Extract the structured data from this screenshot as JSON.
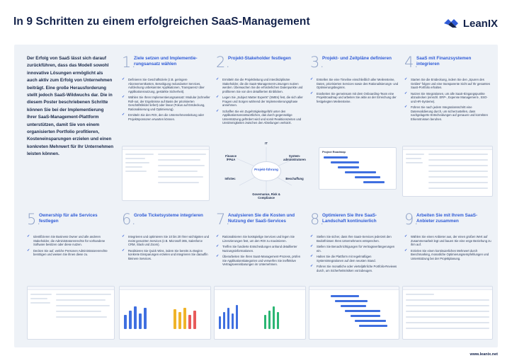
{
  "header": {
    "title": "In 9 Schritten zu einem erfolgreichen SaaS-Management",
    "logo_text": "LeanIX"
  },
  "intro": "Der Erfolg von SaaS lässt sich darauf zurückführen, dass das Modell sowohl innovative Lösungen ermöglicht als auch aktiv zum Erfolg von Unternehmen beiträgt. Eine große Herausforderung stellt jedoch SaaS-Wildwuchs dar. Die in diesem Poster beschriebenen Schritte können Sie bei der Implementierung Ihrer SaaS-Management-Plattform unterstützen, damit Sie von einem organisierten Portfolio profitieren, Kosteneinsparungen erzielen und einen konkreten Mehrwert für Ihr Unternehmen leisten können.",
  "steps": [
    {
      "num": "1.",
      "title": "Ziele setzen und Implementie- rungsansatz wählen",
      "bullets": [
        "Definieren Sie Geschäftsziele (z.B. geringere Abonnementkosten, Beseitigung redundanter Services, Aufdeckung unbekannter Applikationen, Transparenz über Applikationsnutzung, gestärkte Sicherheit).",
        "Wählen Sie Ihren Implementierungsansatz: Modular (schneller Roll-out, der Ergebnisse auf Basis der priorisierten Geschäftsfelder liefert) oder linear (Fokus auf Entdeckung, Rationalisierung und Optimierung).",
        "Ermitteln Sie den ROI, den die Unternehmensleitung oder Projektsponsoren erwarten können."
      ]
    },
    {
      "num": "2.",
      "title": "Projekt-Stakeholder festlegen",
      "bullets": [
        "Ermitteln Sie die Projektleitung und interdisziplinäre Stakeholder, die die SaaS-Management-Lösungen nutzen werden. Überwachen Sie die erforderlichen Datenpunkte und profitieren Sie von den detaillierten Einblicken.",
        "Legen Sie „Subject Matter Experts“ (SMEs) fest, die sich aller Fragen und Sorgen während der Implementierungsphase annehmen.",
        "Schaffen Sie ein Zugehörigkeitsgefühl unter den Applikationsverantwortlichen, das durch gegenseitige Unterstützung gefördert wird und somit Reaktionszeiten und Unstimmigkeiten zwischen den Abteilungen verkürzt."
      ]
    },
    {
      "num": "3.",
      "title": "Projekt- und Zeitpläne definieren",
      "bullets": [
        "Erstellen Sie eine Timeline einschließlich aller Meilensteine, Daten, priorisierten Services sowie des Rationalisierungs- und Optimierungsbeginns.",
        "Erarbeiten Sie gemeinsam mit dem Onboarding-Team eine Projektroadmap und arbeiten Sie aktiv an der Erreichung der festgelegten Meilensteine."
      ]
    },
    {
      "num": "4.",
      "title": "SaaS mit Finanzsystemen integrieren",
      "bullets": [
        "Starten Sie die Entdeckung, indem Sie den „Spuren des Geldes“ folgen und eine transparente Sicht auf Ihr gesamtes SaaS-Portfolio erhalten.",
        "Nutzen Sie Integrationen, um alle SaaS-Eingangspunkte abzudecken (einschl. ERP-, Expense Management-, SSO- und HR-Systeme).",
        "Führen Sie nach jedem Integrationsschritt eine Datenvalidierung durch, um sicherzustellen, dass nachgelagerte Entscheidungen auf genauen und korrekten Erkenntnissen beruhen."
      ]
    },
    {
      "num": "5.",
      "title": "Ownership für alle Services festlegen",
      "bullets": [
        "Identifizieren Sie Business Owner und alle anderen Stakeholder, die Administratorenrechte für vorhandene Software besitzen oder diese nutzen.",
        "Decken Sie auf, welche Personen Administratorenrechte benötigen und weisen Sie ihnen diese zu."
      ]
    },
    {
      "num": "6.",
      "title": "Große Ticketsysteme integrieren",
      "bullets": [
        "Integrieren und optimieren Sie 10 bis 20 Ihrer wichtigsten und meist genutzten Services (z.B. Microsoft 365, Salesforce CRM, Slack und Zoom).",
        "Realisieren Sie Quick Wins, indem Sie bereits zu Beginn konkrete Einsparungen erzielen und integrieren Sie darauffin kleinere Services."
      ]
    },
    {
      "num": "7.",
      "title": "Analysieren Sie die Kosten und Nutzung der SaaS-Services",
      "bullets": [
        "Rationalisieren Sie kostspielige Services und legen Sie Lizenzierungen fest, um den ROI zu maximieren.",
        "Treffen Sie fundierte Entscheidungen anhand detaillierter Nutzungsinformationen.",
        "Überarbeiten Sie Ihren SaaS-Management-Prozess, prüfen Sie Applikationskategorien und verwerfen Sie ineffektive Vertragsvereinbarungen im Unternehmen."
      ]
    },
    {
      "num": "8.",
      "title": "Optimieren Sie Ihre SaaS-Landschaft kontinuierlich",
      "bullets": [
        "Stellen Sie sicher, dass Ihre SaaS-Services jederzeit den Bedürfnissen Ihres Unternehmens entsprechen.",
        "Stellen Sie Benachrichtigungen für Vertragsverlängerungen ein.",
        "Halten Sie die Plattform mit regelmäßigen Systemintegrationen auf dem neusten Stand.",
        "Führen Sie monatliche oder vierteljährliche Portfolio-Reviews durch, um Sicherheitsrisiken vorzubeugen."
      ]
    },
    {
      "num": "9.",
      "title": "Arbeiten Sie mit Ihrem SaaS-Anbieter zusammen",
      "bullets": [
        "Wählen Sie einen Anbieter aus, der einen großen Wert auf Zusammenarbeit legt und bauen Sie eine enge Beziehung zu ihm auf.",
        "Erzielen Sie einen kontinuierlichen Mehrwert durch Benchmarking, monatliche Optimierungsempfehlungen und Unterstützung bei der Projektplanung."
      ]
    }
  ],
  "diagram": {
    "center": "Projekt-führung",
    "nodes": [
      "IT",
      "System-administratoren",
      "Beschaffung",
      "Governance, Risk & Compliance",
      "InfoSec",
      "Finance /FP&A"
    ]
  },
  "roadmap_title": "Project Roadmap",
  "footer_url": "www.leanix.net",
  "colors": {
    "accent": "#2f5bd6",
    "navy": "#14234b",
    "panel": "#eef2f7"
  }
}
